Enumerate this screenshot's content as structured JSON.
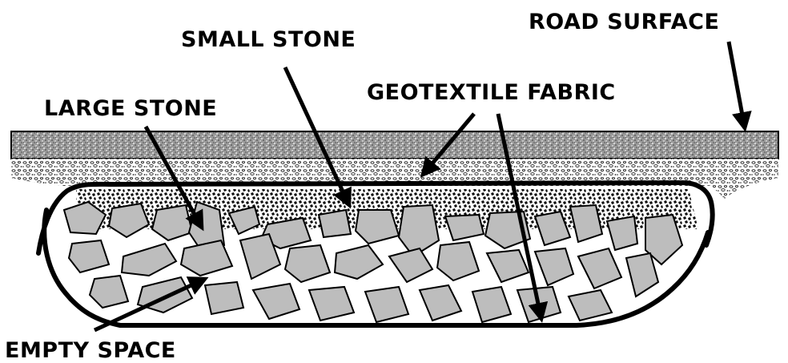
{
  "labels": {
    "road_surface": "ROAD SURFACE",
    "small_stone": "SMALL STONE",
    "geotextile_fabric": "GEOTEXTILE FABRIC",
    "large_stone": "LARGE STONE",
    "empty_space": "EMPTY SPACE"
  },
  "colors": {
    "road_surface": "#9a9a9a",
    "stone_fill": "#bdbdbd",
    "outline": "#000000",
    "background": "#ffffff"
  }
}
